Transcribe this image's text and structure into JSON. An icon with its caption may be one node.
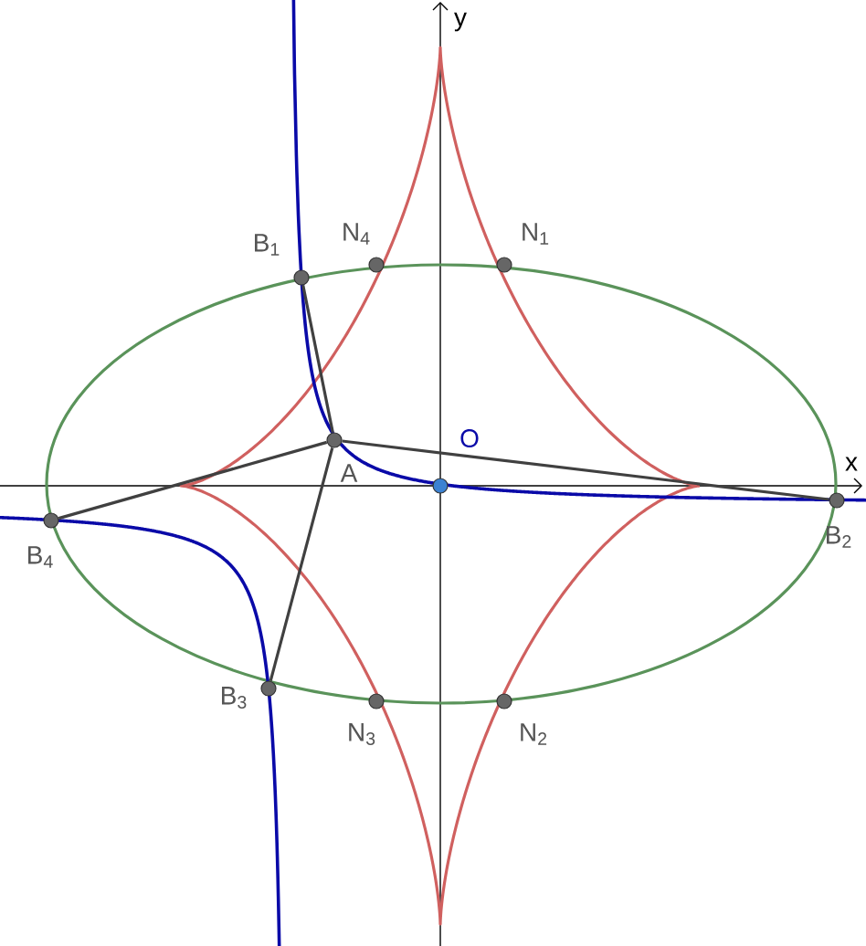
{
  "diagram": {
    "nodes": [
      {
        "text": [
          "B$_{1}$"
        ]
      },
      {
        "text": [
          "N$_{4}$"
        ]
      },
      {
        "text": [
          "N$_{1}$"
        ]
      },
      {
        "text": [
          "A"
        ]
      },
      {
        "text": [
          "O"
        ]
      },
      {
        "text": [
          "B$_{2}$"
        ]
      },
      {
        "text": [
          "B$_{4}$"
        ]
      },
      {
        "text": [
          "B$_{3}$"
        ]
      },
      {
        "text": [
          "N$_{3}$"
        ]
      },
      {
        "text": [
          "N$_{2}$"
        ]
      }
    ],
    "edges": [
      {
        "from": 3,
        "to": 0,
        "arrow": "none"
      },
      {
        "from": 3,
        "to": 5,
        "arrow": "none"
      },
      {
        "from": 3,
        "to": 7,
        "arrow": "none"
      },
      {
        "from": 3,
        "to": 6,
        "arrow": "none"
      }
    ],
    "labels": [
      "y",
      "x"
    ]
  }
}
